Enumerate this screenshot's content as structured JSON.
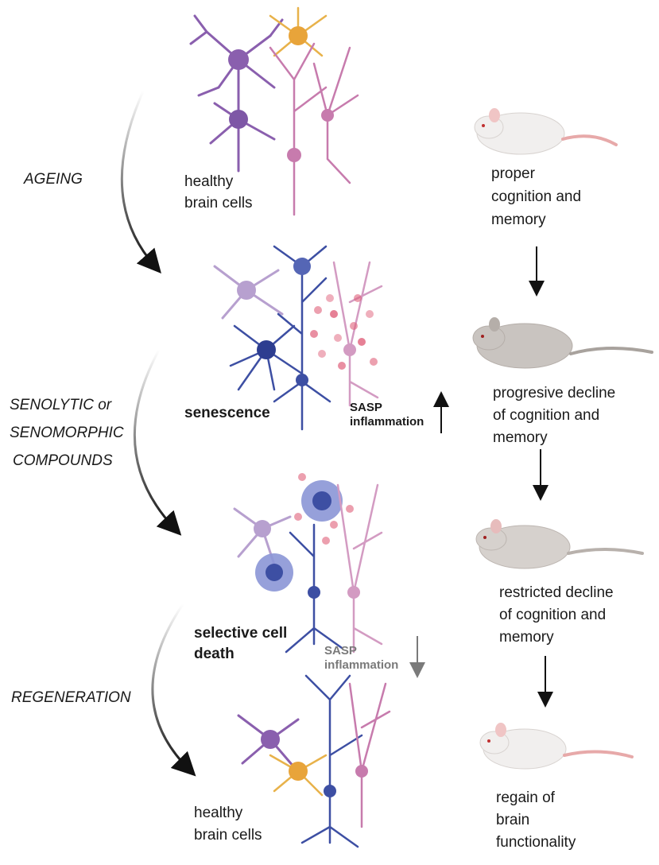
{
  "stages": {
    "ageing": "AGEING",
    "senolytic_line1": "SENOLYTIC or",
    "senolytic_line2": "SENOMORPHIC",
    "senolytic_line3": "COMPOUNDS",
    "regeneration": "REGENERATION"
  },
  "cell_states": {
    "healthy_top_line1": "healthy",
    "healthy_top_line2": "brain  cells",
    "senescence": "senescence",
    "selective_line1": "selective cell",
    "selective_line2": "death",
    "healthy_bottom_line1": "healthy",
    "healthy_bottom_line2": "brain  cells"
  },
  "sasp_markers": {
    "up_line1": "SASP",
    "up_line2": "inflammation",
    "down_line1": "SASP",
    "down_line2": "inflammation"
  },
  "mouse_outcomes": {
    "proper_line1": "proper",
    "proper_line2": "cognition and",
    "proper_line3": "memory",
    "progressive_line1": "progresive decline",
    "progressive_line2": "of cognition and",
    "progressive_line3": "memory",
    "restricted_line1": "restricted decline",
    "restricted_line2": "of  cognition and",
    "restricted_line3": "memory",
    "regain_line1": "regain of",
    "regain_line2": "brain",
    "regain_line3": "functionality"
  },
  "colors": {
    "purple_neuron": "#8a5fae",
    "orange_astrocyte": "#e8b24a",
    "pink_neuron": "#c77bad",
    "blue_neuron": "#3d4fa3",
    "sasp_dots": "#e0607a",
    "arrow_dark": "#111111",
    "arrow_grey": "#7a7a7a",
    "mouse_white": "#f1efee",
    "mouse_grey": "#c9c4c0"
  }
}
